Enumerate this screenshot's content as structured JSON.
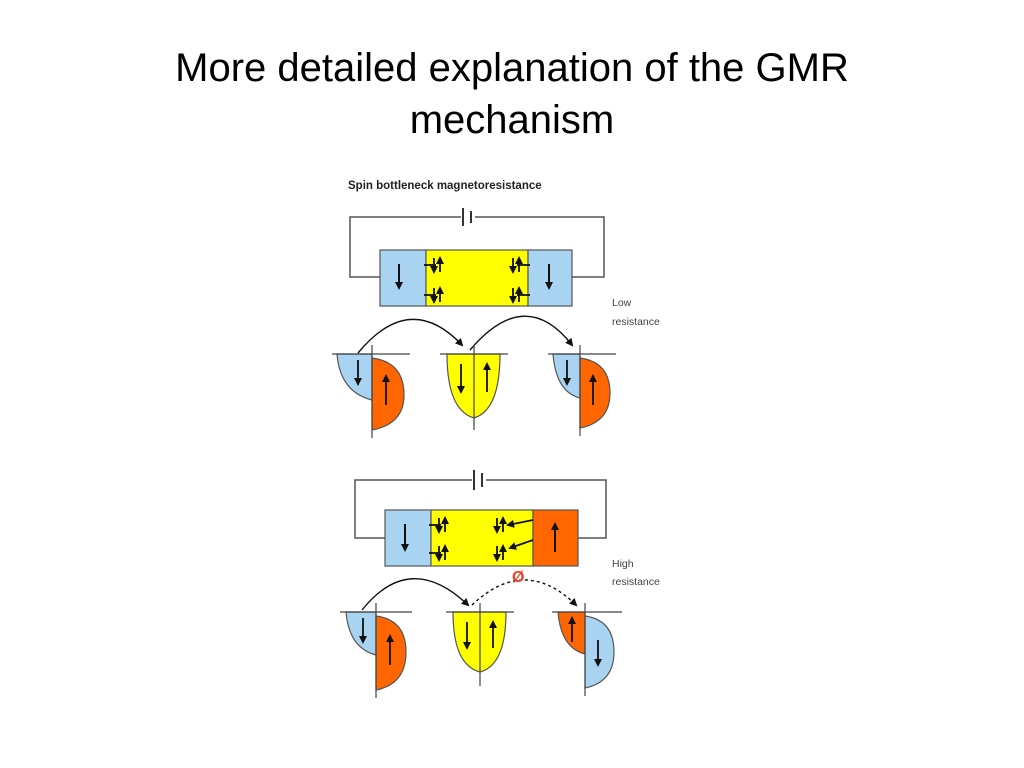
{
  "slide": {
    "title_line1": "More detailed explanation of the GMR",
    "title_line2": "mechanism"
  },
  "figure": {
    "heading": "Spin bottleneck magnetoresistance",
    "top_state": {
      "label_line1": "Low",
      "label_line2": "resistance"
    },
    "bottom_state": {
      "label_line1": "High",
      "label_line2": "resistance",
      "blocked_symbol": "Ø"
    }
  },
  "colors": {
    "light_blue": "#a8d4f2",
    "yellow": "#ffff00",
    "orange": "#ff6600",
    "blocked_red": "#e8412c",
    "stroke": "#333333"
  }
}
